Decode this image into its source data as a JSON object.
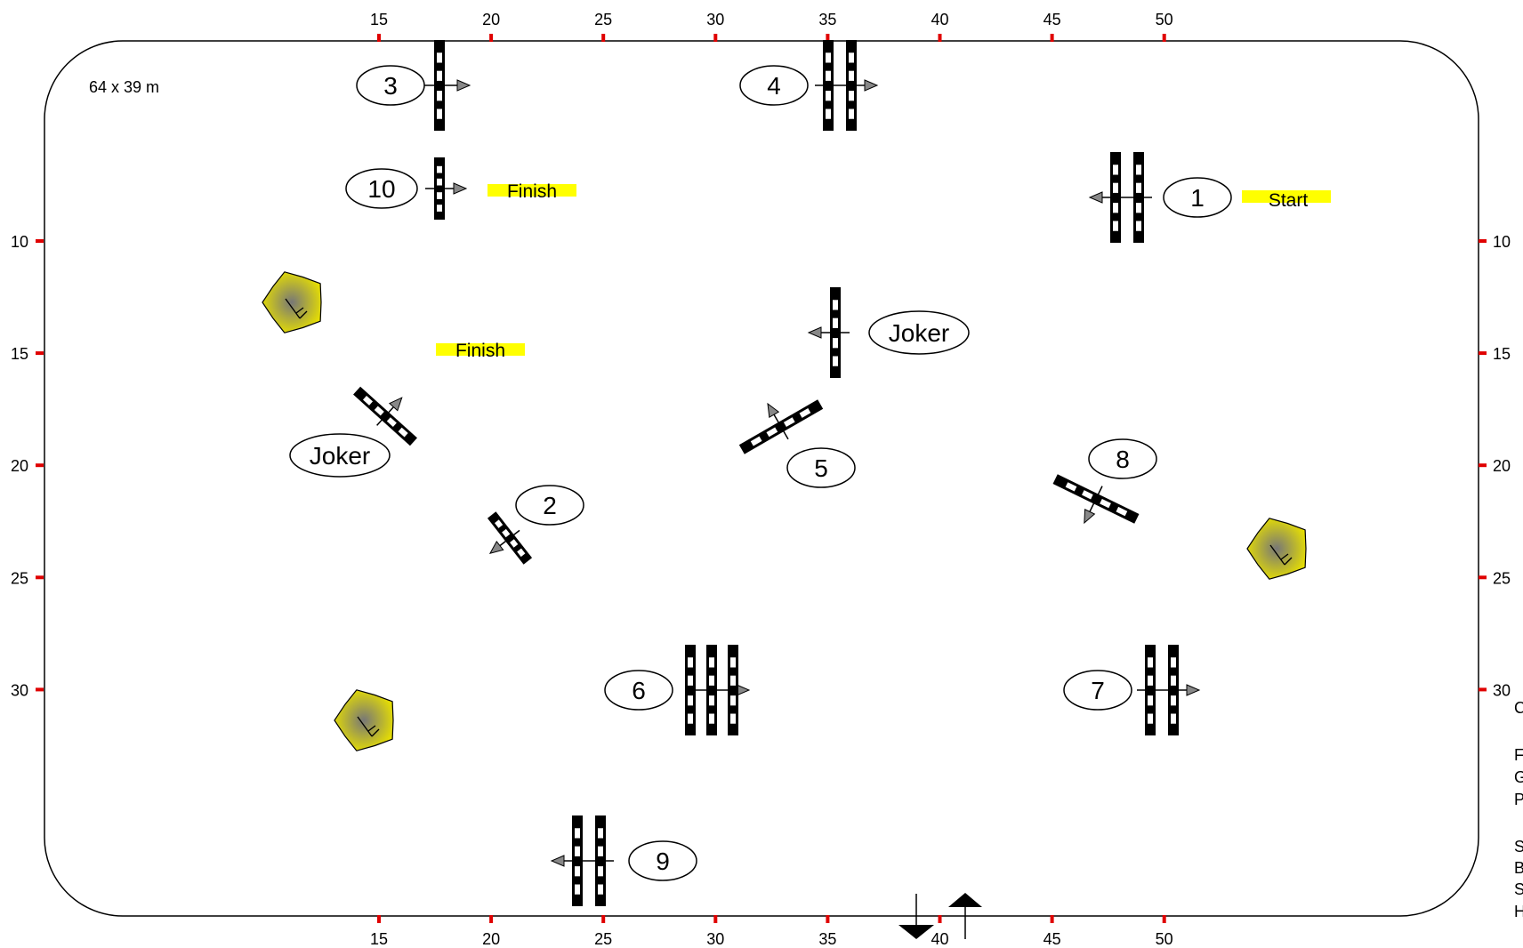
{
  "arena": {
    "size_label": "64 x 39 m",
    "x_ticks": [
      "15",
      "20",
      "25",
      "30",
      "35",
      "40",
      "45",
      "50"
    ],
    "y_ticks": [
      "10",
      "15",
      "20",
      "25",
      "30"
    ],
    "tick_color": "#e00000",
    "border_color": "#000000"
  },
  "zones": {
    "color": "#ffff00",
    "start": "Start",
    "finish_top": "Finish",
    "finish_middle": "Finish"
  },
  "fences": [
    {
      "label": "1"
    },
    {
      "label": "2"
    },
    {
      "label": "3"
    },
    {
      "label": "4"
    },
    {
      "label": "5"
    },
    {
      "label": "6"
    },
    {
      "label": "7"
    },
    {
      "label": "8"
    },
    {
      "label": "9"
    },
    {
      "label": "10"
    }
  ],
  "jokers": [
    "Joker",
    "Joker"
  ],
  "side_panel": {
    "letters": [
      "C",
      "F",
      "G",
      "P",
      "S",
      "B",
      "S",
      "H"
    ]
  },
  "icons": {
    "tree": "tree-icon",
    "entrance": "entrance-arrow-icon",
    "exit": "exit-arrow-icon",
    "direction": "direction-arrow-icon"
  },
  "tree_color": "#e8e000"
}
